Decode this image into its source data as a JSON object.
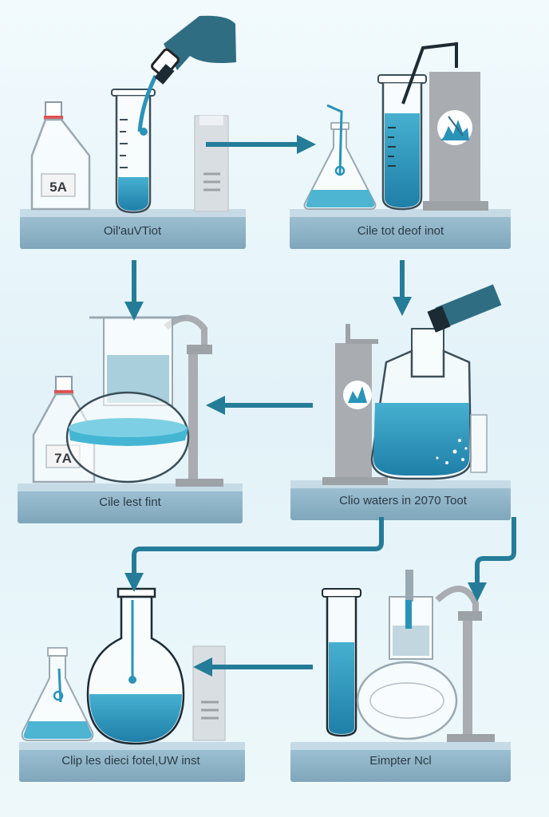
{
  "steps": [
    {
      "label": "Oil'auVTiot"
    },
    {
      "label": "Cile tot deof inot"
    },
    {
      "label": "Cile lest fint"
    },
    {
      "label": "Clio waters in 2070 Toot"
    },
    {
      "label": "Clip les dieci fotel,UW inst"
    },
    {
      "label": "Eimpter Ncl"
    }
  ],
  "bottle_tags": [
    "5A",
    "7A"
  ],
  "colors": {
    "liquid": "#2a93b8",
    "liquid_light": "#8fd3e3",
    "arrow": "#247c98",
    "platform": "#8fb4c8",
    "platform_edge": "#6f97ad",
    "glove": "#2f6d83",
    "stand": "#a9adb2"
  }
}
